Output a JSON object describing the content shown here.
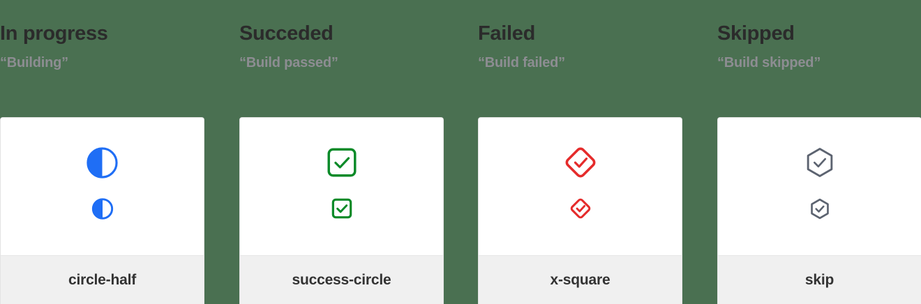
{
  "theme": {
    "background": "#4a7051",
    "card_background": "#ffffff",
    "card_footer_background": "#f0f0f0",
    "title_color": "#2b2b2b",
    "subtitle_color": "#8d8d92",
    "label_color": "#333333"
  },
  "columns": [
    {
      "title": "In progress",
      "subtitle": "“Building”",
      "icon_name": "circle-half-icon",
      "icon_label": "circle-half",
      "icon_color": "#1f6ef5"
    },
    {
      "title": "Succeded",
      "subtitle": "“Build passed”",
      "icon_name": "success-circle-icon",
      "icon_label": "success-circle",
      "icon_color": "#0a8a28"
    },
    {
      "title": "Failed",
      "subtitle": "“Build failed”",
      "icon_name": "x-square-icon",
      "icon_label": "x-square",
      "icon_color": "#e52b2b"
    },
    {
      "title": "Skipped",
      "subtitle": "“Build skipped”",
      "icon_name": "skip-icon",
      "icon_label": "skip",
      "icon_color": "#5c6370"
    }
  ]
}
